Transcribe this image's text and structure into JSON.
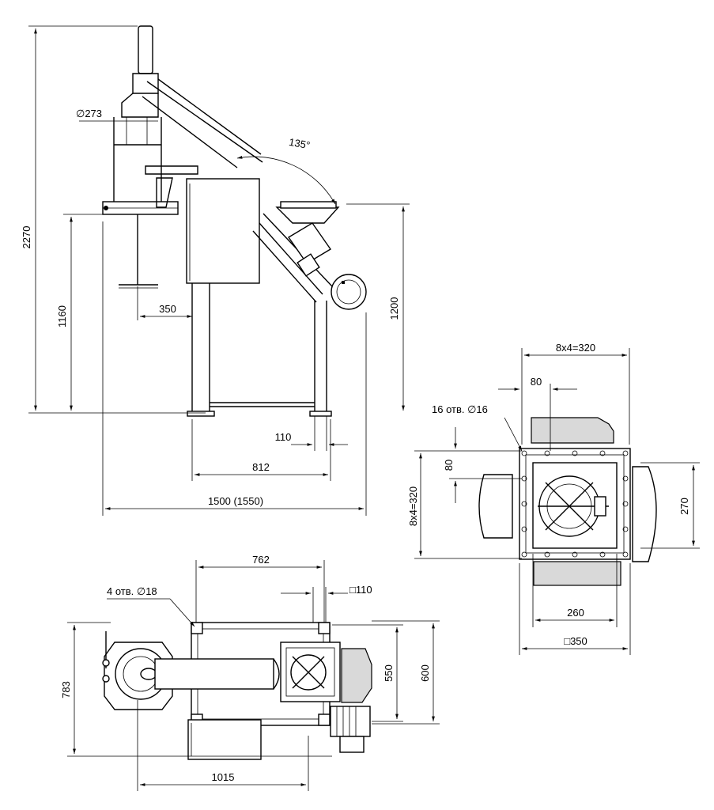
{
  "dimensions": {
    "side_height_total": "2270",
    "side_pipe_diameter": "∅273",
    "side_angle": "135°",
    "side_height_left": "1160",
    "side_offset": "350",
    "side_height_right": "1200",
    "side_leg_offset": "110",
    "side_leg_span": "812",
    "side_total_length": "1500 (1550)",
    "flange_pitch_top": "8x4=320",
    "flange_step_top": "80",
    "flange_holes": "16 отв. ∅16",
    "flange_step_left": "80",
    "flange_pitch_left": "8x4=320",
    "flange_inner_height": "270",
    "flange_inner_width": "260",
    "flange_square": "□350",
    "plan_width_top": "762",
    "plan_holes": "4 отв. ∅18",
    "plan_square": "□110",
    "plan_depth_inner": "550",
    "plan_depth_outer": "600",
    "plan_depth_total": "783",
    "plan_length": "1015"
  }
}
